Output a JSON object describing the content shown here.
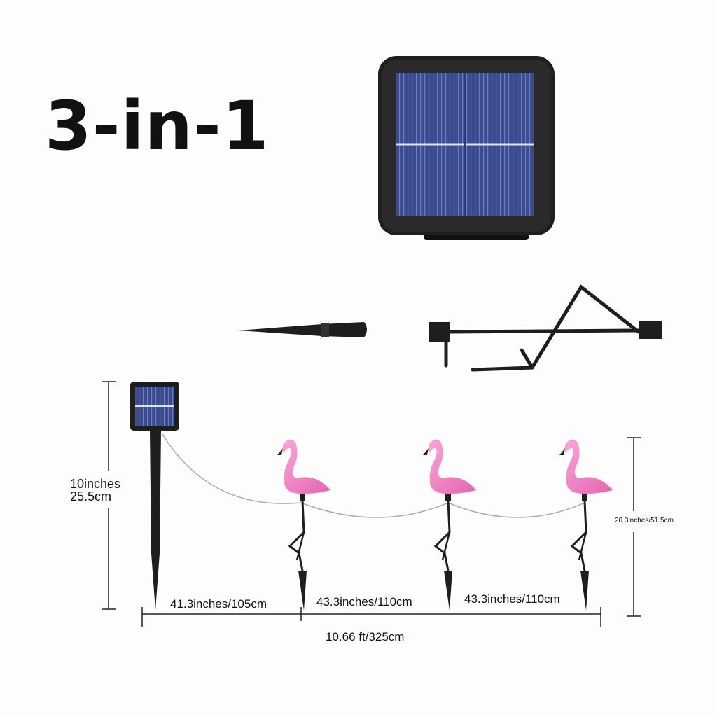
{
  "title": "3-in-1",
  "parts": [
    "solar-panel",
    "ground-stake",
    "flamingo-leg-bracket"
  ],
  "dimensions": {
    "panel_height_in": "10inches",
    "panel_height_cm": "25.5cm",
    "flamingo_height": "20.3inches/51.5cm",
    "spacing_1": "41.3inches/105cm",
    "spacing_2": "43.3inches/110cm",
    "spacing_3": "43.3inches/110cm",
    "total_length": "10.66 ft/325cm"
  },
  "colors": {
    "panel_blue": "#3a4a8c",
    "frame": "#1c1c1c",
    "flamingo_pink": "#f07cc0"
  }
}
